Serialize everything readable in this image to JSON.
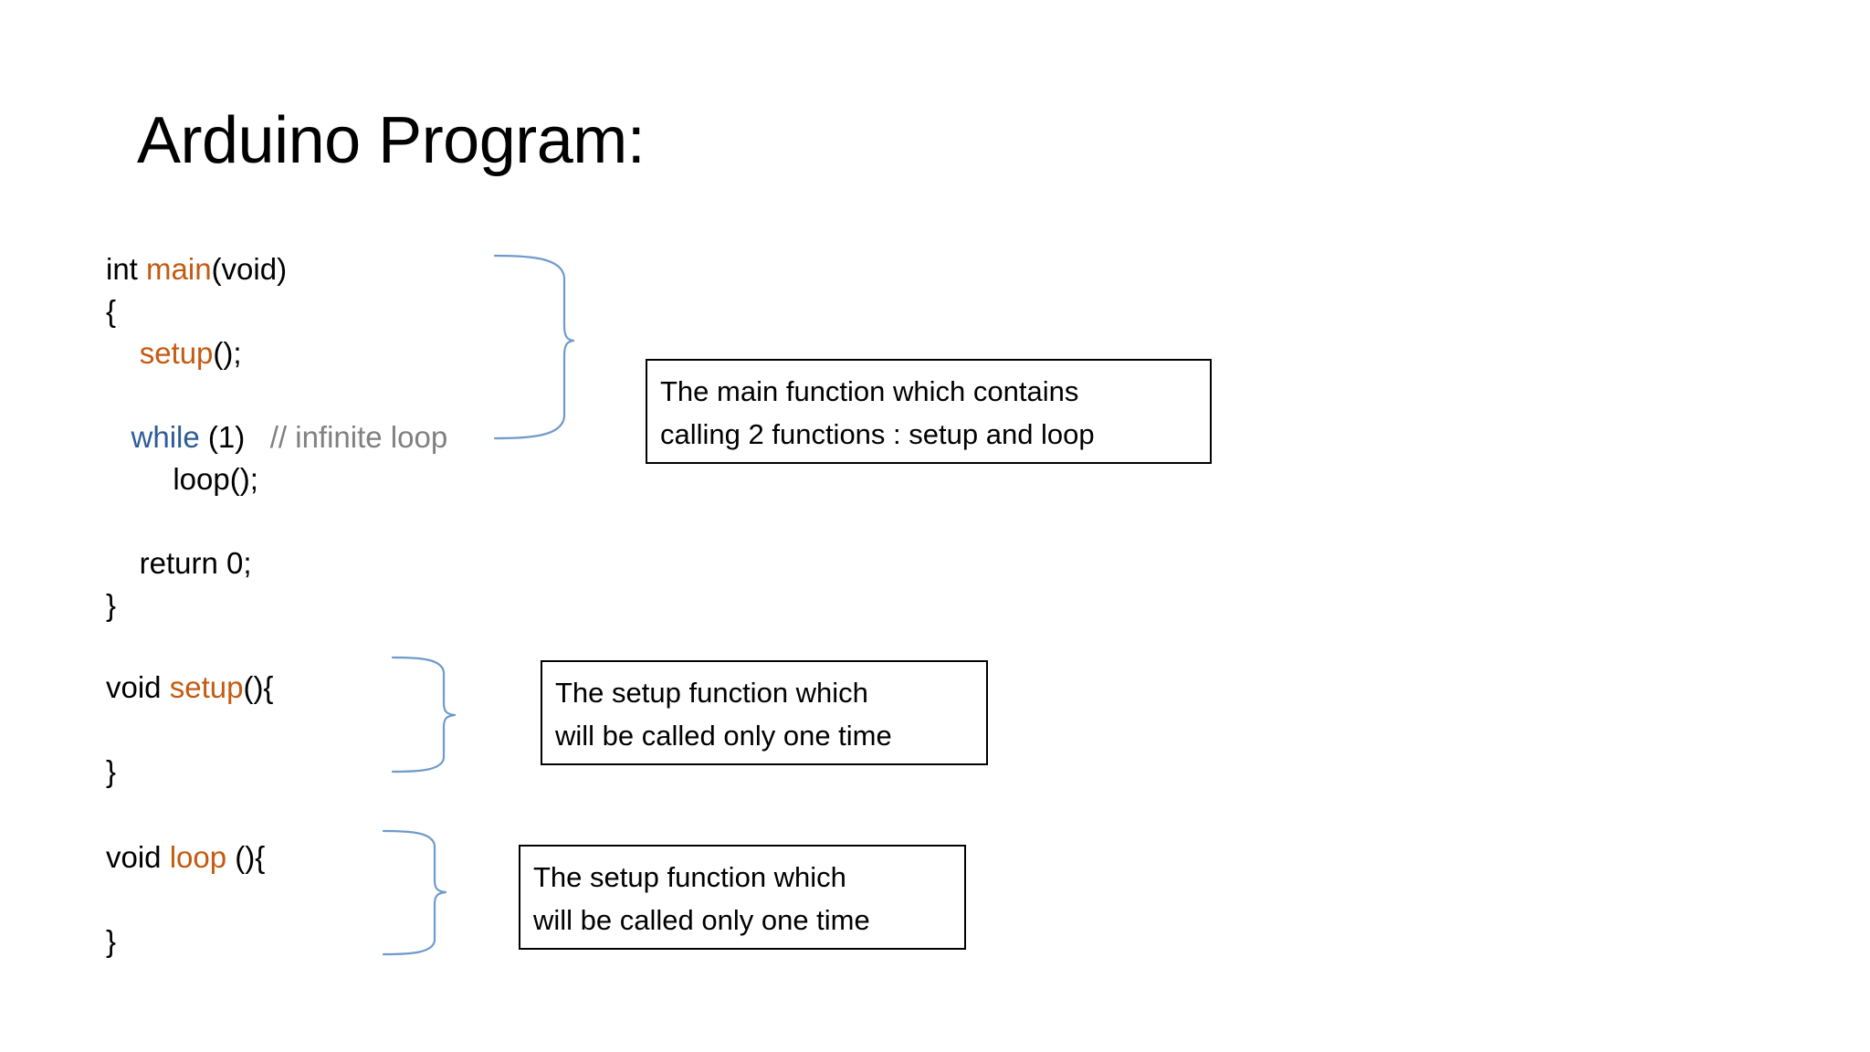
{
  "slide": {
    "title": "Arduino Program:",
    "background_color": "#FFFFFF"
  },
  "colors": {
    "function_name": "#C55A11",
    "keyword": "#2E5C96",
    "comment": "#808080",
    "plain_text": "#000000",
    "brace_connector": "#6E9BCB",
    "callout_border": "#000000"
  },
  "code": {
    "main_function": {
      "lines": [
        {
          "segments": [
            {
              "text": "int ",
              "kind": "plain"
            },
            {
              "text": "main",
              "kind": "function"
            },
            {
              "text": "(void)",
              "kind": "plain"
            }
          ]
        },
        {
          "segments": [
            {
              "text": "{",
              "kind": "plain"
            }
          ]
        },
        {
          "segments": [
            {
              "text": "    ",
              "kind": "plain"
            },
            {
              "text": "setup",
              "kind": "function"
            },
            {
              "text": "();",
              "kind": "plain"
            }
          ]
        },
        {
          "segments": []
        },
        {
          "segments": [
            {
              "text": "   ",
              "kind": "plain"
            },
            {
              "text": "while",
              "kind": "keyword"
            },
            {
              "text": " (1)   ",
              "kind": "plain"
            },
            {
              "text": "// infinite loop",
              "kind": "comment"
            }
          ]
        },
        {
          "segments": [
            {
              "text": "        loop();",
              "kind": "plain"
            }
          ]
        },
        {
          "segments": []
        },
        {
          "segments": [
            {
              "text": "    return 0;",
              "kind": "plain"
            }
          ]
        },
        {
          "segments": [
            {
              "text": "}",
              "kind": "plain"
            }
          ]
        }
      ]
    },
    "setup_function": {
      "lines": [
        {
          "segments": [
            {
              "text": "void ",
              "kind": "plain"
            },
            {
              "text": "setup",
              "kind": "function"
            },
            {
              "text": "(){",
              "kind": "plain"
            }
          ]
        },
        {
          "segments": []
        },
        {
          "segments": [
            {
              "text": "}",
              "kind": "plain"
            }
          ]
        }
      ]
    },
    "loop_function": {
      "lines": [
        {
          "segments": [
            {
              "text": "void ",
              "kind": "plain"
            },
            {
              "text": "loop",
              "kind": "function"
            },
            {
              "text": " (){",
              "kind": "plain"
            }
          ]
        },
        {
          "segments": []
        },
        {
          "segments": [
            {
              "text": "}",
              "kind": "plain"
            }
          ]
        }
      ]
    }
  },
  "callouts": {
    "main": {
      "text": "The main function which contains\ncalling 2 functions : setup and loop"
    },
    "setup": {
      "text": "The setup function which\nwill be called only one time"
    },
    "loop": {
      "text": "The setup function which\nwill be called only one time"
    }
  }
}
